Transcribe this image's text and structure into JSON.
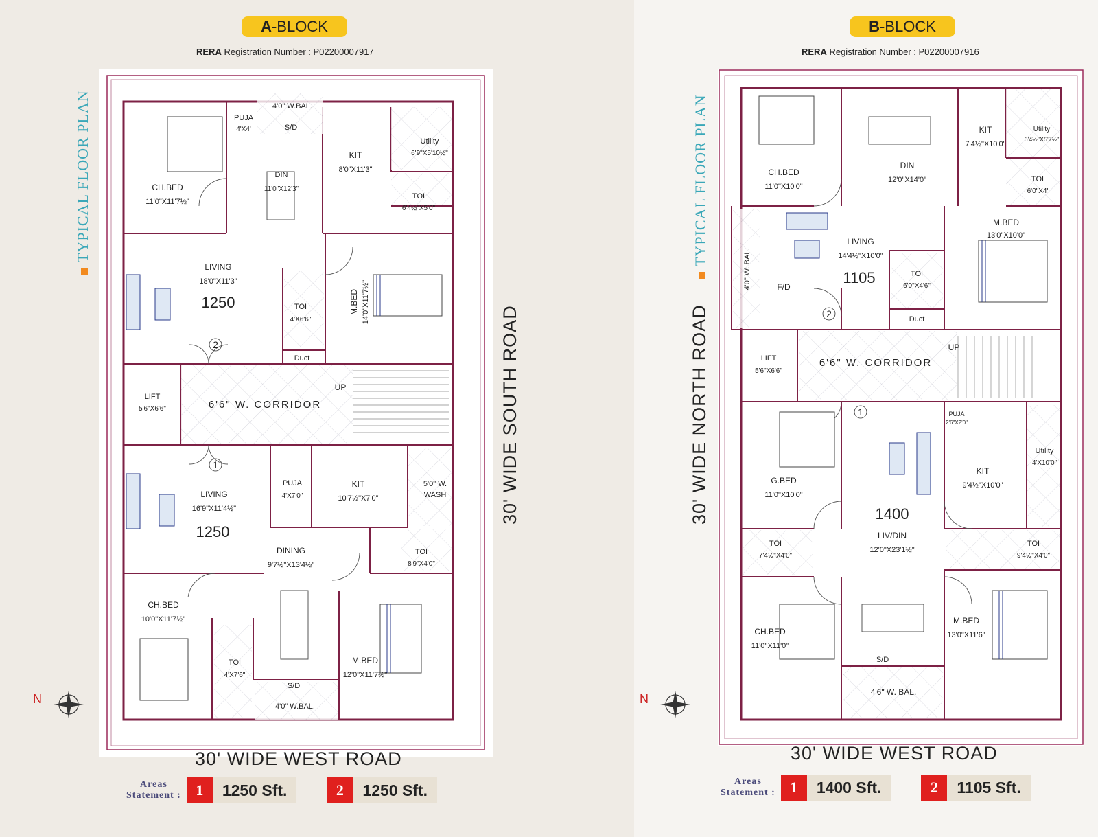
{
  "blocks": [
    {
      "title_bold": "A",
      "title_rest": "-BLOCK",
      "rera_label": "RERA",
      "rera_text": " Registration Number : P02200007917",
      "plan_label": "TYPICAL FLOOR PLAN",
      "side_road": "30' WIDE SOUTH ROAD",
      "bottom_road": "30' WIDE WEST ROAD",
      "compass": "N",
      "areas_label_1": "Areas",
      "areas_label_2": "Statement :",
      "areas": [
        {
          "num": "1",
          "value": "1250 Sft."
        },
        {
          "num": "2",
          "value": "1250 Sft."
        }
      ],
      "rooms": {
        "ch_bed_1": [
          "CH.BED",
          "11'0\"X11'7½\""
        ],
        "puja_1": [
          "PUJA",
          "4'X4'"
        ],
        "w_bal_1": "4'0\" W.BAL.",
        "sd_1": "S/D",
        "din_1": [
          "DIN",
          "11'0\"X12'3\""
        ],
        "kit_1": [
          "KIT",
          "8'0\"X11'3\""
        ],
        "utility_1": [
          "Utility",
          "6'9\"X5'10½\""
        ],
        "toi_1": [
          "TOI",
          "6'4½\"X5'0\""
        ],
        "living_1": [
          "LIVING",
          "18'0\"X11'3\""
        ],
        "unit_1": "1250",
        "toi_2": [
          "TOI",
          "4'X6'6\""
        ],
        "mbed_1": [
          "M.BED",
          "14'0\"X11'7½\""
        ],
        "duct": "Duct",
        "lift": [
          "LIFT",
          "5'6\"X6'6\""
        ],
        "corridor": "6'6\" W. CORRIDOR",
        "up": "UP",
        "living_2": [
          "LIVING",
          "16'9\"X11'4½\""
        ],
        "unit_2": "1250",
        "puja_2": [
          "PUJA",
          "4'X7'0\""
        ],
        "kit_2": [
          "KIT",
          "10'7½\"X7'0\""
        ],
        "wash": [
          "5'0\" W.",
          "WASH"
        ],
        "dining": [
          "DINING",
          "9'7½\"X13'4½\""
        ],
        "toi_3": [
          "TOI",
          "8'9\"X4'0\""
        ],
        "ch_bed_2": [
          "CH.BED",
          "10'0\"X11'7½\""
        ],
        "toi_4": [
          "TOI",
          "4'X7'6\""
        ],
        "mbed_2": [
          "M.BED",
          "12'0\"X11'7½\""
        ],
        "sd_2": "S/D",
        "w_bal_2": "4'0\" W.BAL.",
        "door_1": "1",
        "door_2": "2"
      }
    },
    {
      "title_bold": "B",
      "title_rest": "-BLOCK",
      "rera_label": "RERA",
      "rera_text": " Registration Number : P02200007916",
      "plan_label": "TYPICAL FLOOR PLAN",
      "side_road": "30' WIDE NORTH ROAD",
      "bottom_road": "30' WIDE WEST ROAD",
      "compass": "N",
      "areas_label_1": "Areas",
      "areas_label_2": "Statement :",
      "areas": [
        {
          "num": "1",
          "value": "1400 Sft."
        },
        {
          "num": "2",
          "value": "1105 Sft."
        }
      ],
      "rooms": {
        "ch_bed_1": [
          "CH.BED",
          "11'0\"X10'0\""
        ],
        "din": [
          "DIN",
          "12'0\"X14'0\""
        ],
        "kit_1": [
          "KIT",
          "7'4½\"X10'0\""
        ],
        "utility_1": [
          "Utility",
          "6'4½\"X5'7½\""
        ],
        "toi_1": [
          "TOI",
          "6'0\"X4'"
        ],
        "living": [
          "LIVING",
          "14'4½\"X10'0\""
        ],
        "unit_2": "1105",
        "w_bal_1": "4'0\" W. BAL.",
        "fd": "F/D",
        "toi_2": [
          "TOI",
          "6'0\"X4'6\""
        ],
        "mbed_1": [
          "M.BED",
          "13'0\"X10'0\""
        ],
        "duct": "Duct",
        "lift": [
          "LIFT",
          "5'6\"X6'6\""
        ],
        "corridor": "6'6\" W. CORRIDOR",
        "up": "UP",
        "gbed": [
          "G.BED",
          "11'0\"X10'0\""
        ],
        "puja": [
          "PUJA",
          "2'6\"X2'0\""
        ],
        "kit_2": [
          "KIT",
          "9'4½\"X10'0\""
        ],
        "utility_2": [
          "Utility",
          "4'X10'0\""
        ],
        "unit_1": "1400",
        "livdin": [
          "LIV/DIN",
          "12'0\"X23'1½\""
        ],
        "toi_3": [
          "TOI",
          "7'4½\"X4'0\""
        ],
        "toi_4": [
          "TOI",
          "9'4½\"X4'0\""
        ],
        "ch_bed_2": [
          "CH.BED",
          "11'0\"X11'0\""
        ],
        "mbed_2": [
          "M.BED",
          "13'0\"X11'6\""
        ],
        "sd": "S/D",
        "w_bal_2": "4'6\" W. BAL.",
        "door_1": "1",
        "door_2": "2"
      }
    }
  ]
}
